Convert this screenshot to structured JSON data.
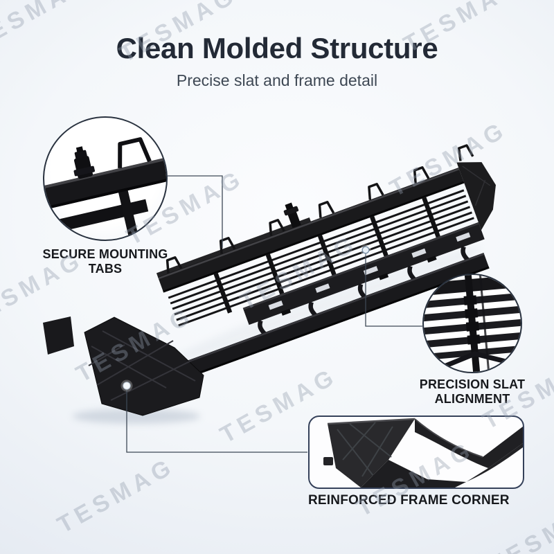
{
  "header": {
    "title": "Clean Molded Structure",
    "subtitle": "Precise slat and frame detail"
  },
  "watermark": {
    "text": "TESMAG"
  },
  "callouts": [
    {
      "id": "secure-mounting-tabs",
      "line1": "SECURE MOUNTING",
      "line2": "TABS"
    },
    {
      "id": "precision-slat-alignment",
      "line1": "PRECISION SLAT",
      "line2": "ALIGNMENT"
    },
    {
      "id": "reinforced-frame-corner",
      "line1": "REINFORCED FRAME CORNER"
    }
  ],
  "colors": {
    "background_center": "#fbfcfe",
    "background_edge": "#dfe5ee",
    "title": "#232a36",
    "subtitle": "#3e4854",
    "label": "#17191d",
    "connector_line": "#3d4855",
    "callout_border": "#2a3442",
    "part_black": "#1a1a1c",
    "watermark_gray": "#929dae"
  }
}
